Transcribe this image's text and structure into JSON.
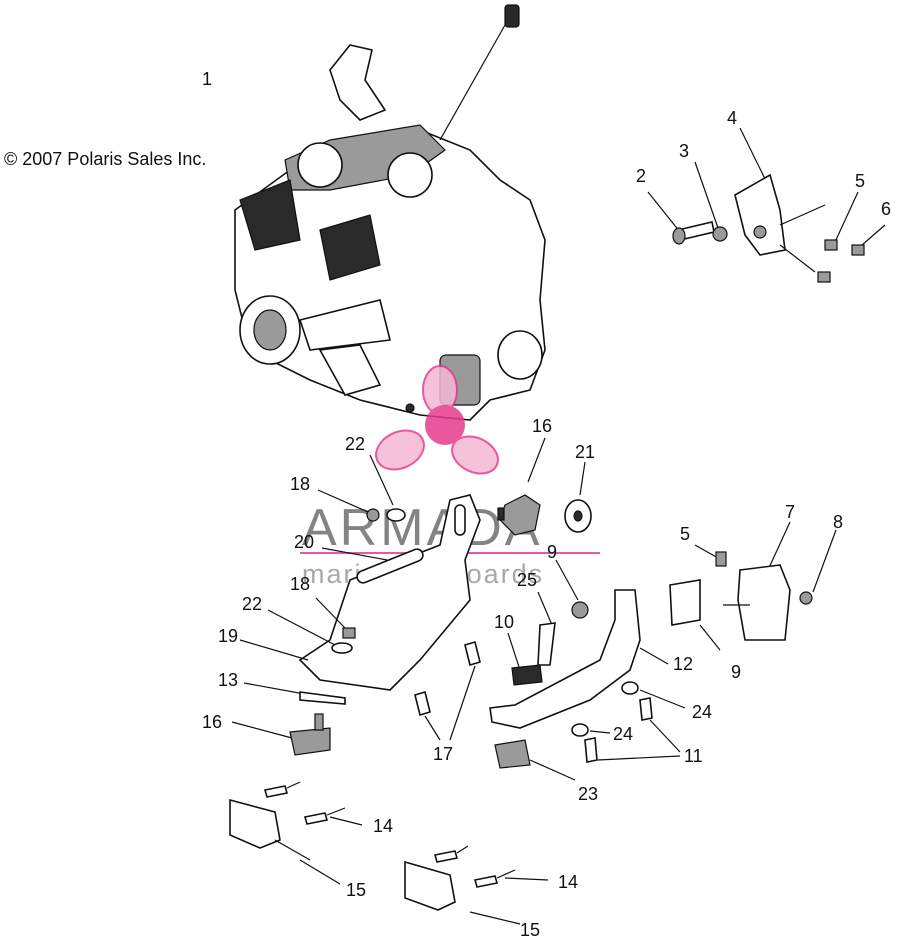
{
  "copyright": "© 2007 Polaris Sales Inc.",
  "watermark": {
    "title": "ARMADA",
    "subtitle": "marine outboards",
    "logo_color": "#e63b8c"
  },
  "callouts": {
    "c1": "1",
    "c2": "2",
    "c3": "3",
    "c4": "4",
    "c5a": "5",
    "c6": "6",
    "c5b": "5",
    "c7": "7",
    "c8": "8",
    "c9a": "9",
    "c9b": "9",
    "c10": "10",
    "c11": "11",
    "c12": "12",
    "c13": "13",
    "c14a": "14",
    "c14b": "14",
    "c15a": "15",
    "c15b": "15",
    "c16a": "16",
    "c16b": "16",
    "c17": "17",
    "c18a": "18",
    "c18b": "18",
    "c19": "19",
    "c20": "20",
    "c21": "21",
    "c22a": "22",
    "c22b": "22",
    "c23": "23",
    "c24a": "24",
    "c24b": "24",
    "c25": "25"
  }
}
